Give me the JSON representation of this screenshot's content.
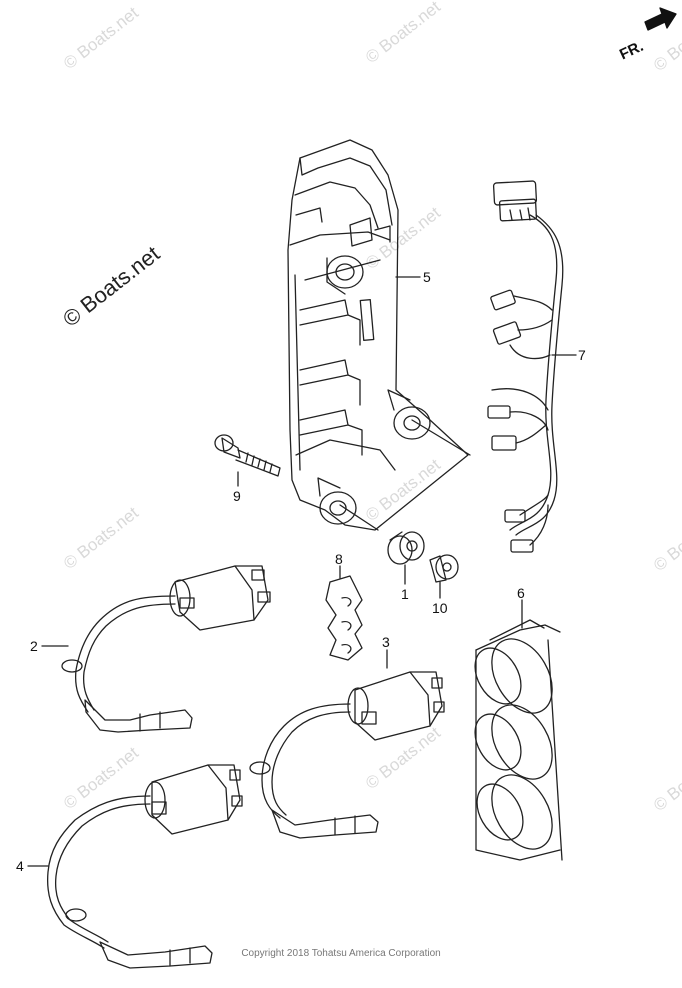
{
  "watermark": {
    "text": "© Boats.net",
    "count": 10
  },
  "copyright_logo": "© Boats.net",
  "direction_label": "FR.",
  "footer": "Copyright 2018 Tohatsu America Corporation",
  "callouts": [
    {
      "id": "1",
      "part": "rubber-grommet"
    },
    {
      "id": "2",
      "part": "ignition-coil-assy"
    },
    {
      "id": "3",
      "part": "ignition-coil-assy"
    },
    {
      "id": "4",
      "part": "ignition-coil-assy"
    },
    {
      "id": "5",
      "part": "electrical-bracket"
    },
    {
      "id": "6",
      "part": "coil-holder"
    },
    {
      "id": "7",
      "part": "wire-harness"
    },
    {
      "id": "8",
      "part": "cord-clamp"
    },
    {
      "id": "9",
      "part": "bolt"
    },
    {
      "id": "10",
      "part": "collar"
    }
  ],
  "colors": {
    "line": "#222222",
    "watermark": "#d9d9d9",
    "background": "#ffffff"
  }
}
